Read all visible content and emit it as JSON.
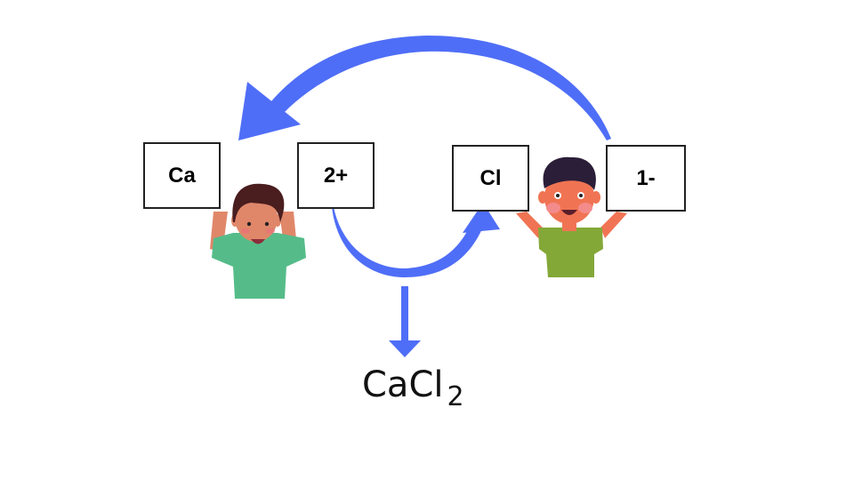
{
  "cards": {
    "ca": "Ca",
    "ca_charge": "2+",
    "cl": "Cl",
    "cl_charge": "1-"
  },
  "formula": {
    "base": "CaCl",
    "subscript": "2"
  },
  "colors": {
    "arrow": "#4F6EF7",
    "boy1_shirt": "#55BC89",
    "boy2_shirt": "#84A838"
  }
}
